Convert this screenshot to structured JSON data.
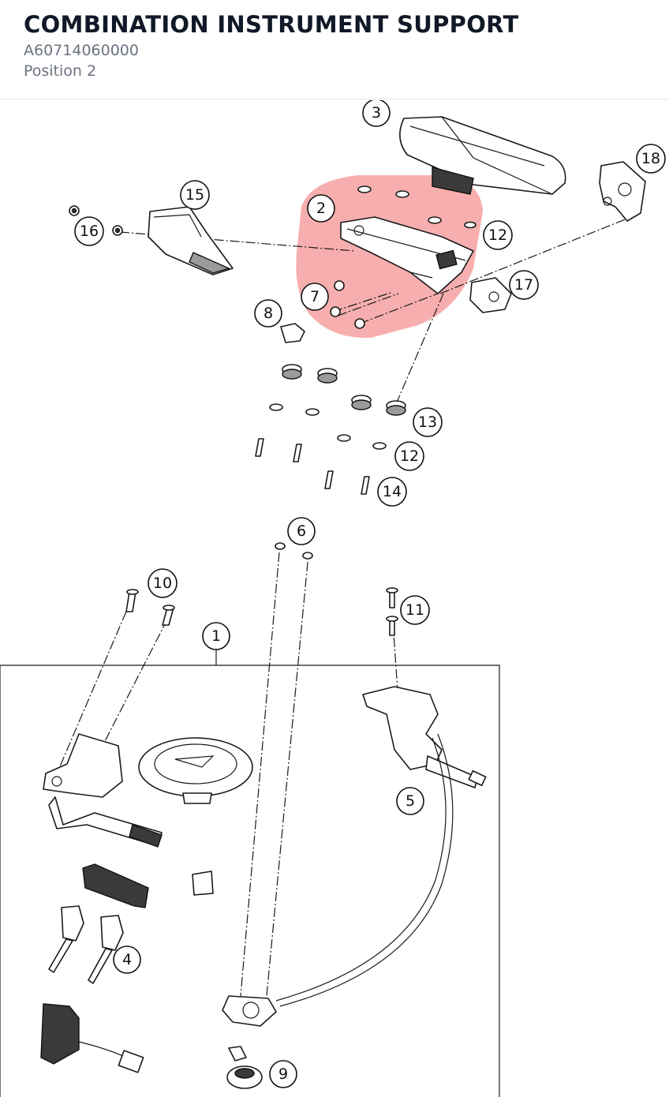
{
  "header": {
    "title": "COMBINATION INSTRUMENT SUPPORT",
    "part_number": "A60714060000",
    "position": "Position 2"
  },
  "highlight_color": "#f06b6b",
  "callouts": [
    {
      "id": "callout-1",
      "label": "1"
    },
    {
      "id": "callout-2",
      "label": "2"
    },
    {
      "id": "callout-3",
      "label": "3"
    },
    {
      "id": "callout-4",
      "label": "4"
    },
    {
      "id": "callout-5",
      "label": "5"
    },
    {
      "id": "callout-6",
      "label": "6"
    },
    {
      "id": "callout-7",
      "label": "7"
    },
    {
      "id": "callout-8",
      "label": "8"
    },
    {
      "id": "callout-9",
      "label": "9"
    },
    {
      "id": "callout-10",
      "label": "10"
    },
    {
      "id": "callout-11",
      "label": "11"
    },
    {
      "id": "callout-12a",
      "label": "12"
    },
    {
      "id": "callout-12b",
      "label": "12"
    },
    {
      "id": "callout-13",
      "label": "13"
    },
    {
      "id": "callout-14",
      "label": "14"
    },
    {
      "id": "callout-15",
      "label": "15"
    },
    {
      "id": "callout-16",
      "label": "16"
    },
    {
      "id": "callout-17",
      "label": "17"
    },
    {
      "id": "callout-18",
      "label": "18"
    }
  ]
}
